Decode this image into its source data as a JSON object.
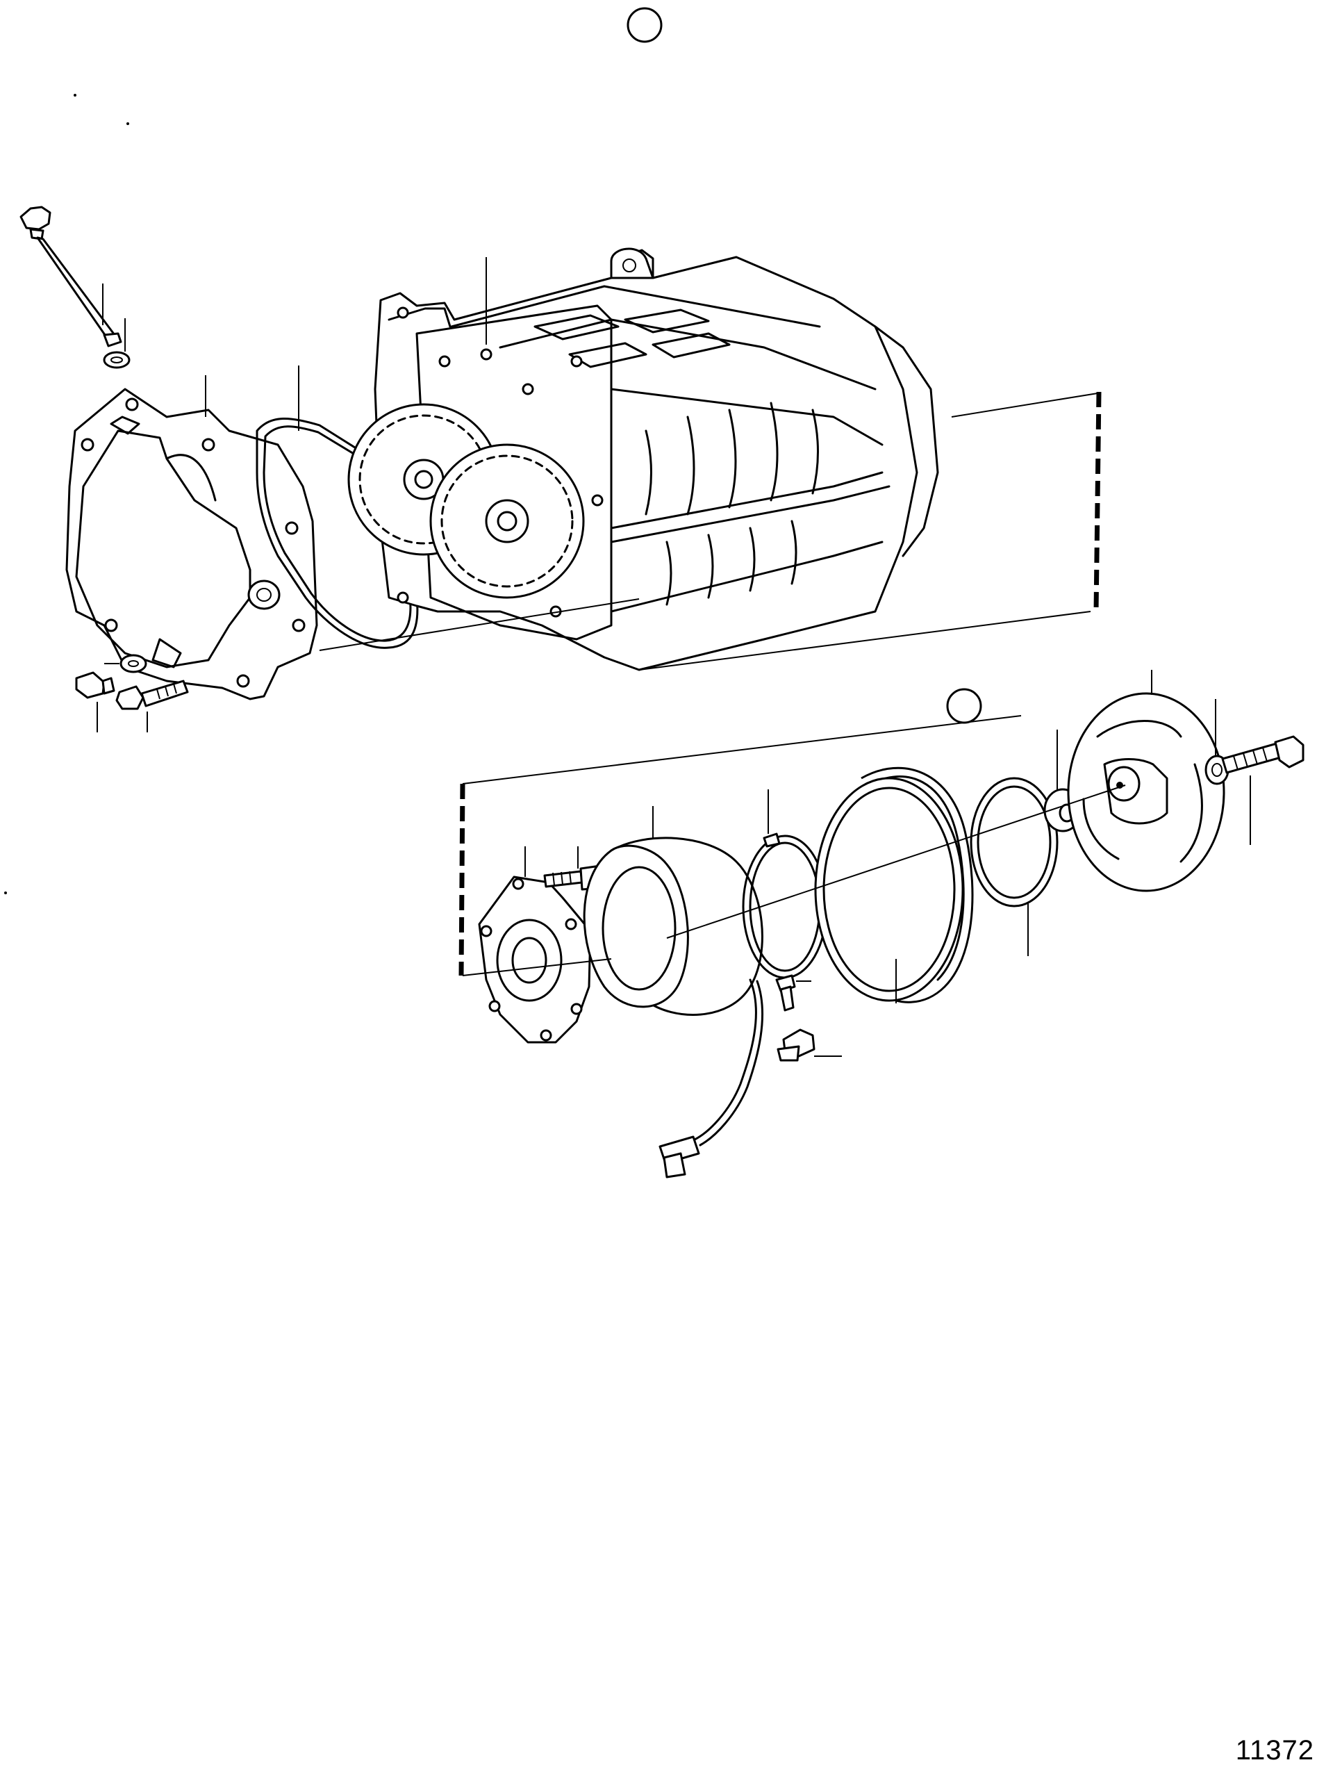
{
  "figure": {
    "number": "11372"
  },
  "callouts": [
    {
      "id": "dipstick"
    },
    {
      "id": "dipstick-washer"
    },
    {
      "id": "end-cover"
    },
    {
      "id": "cover-gasket"
    },
    {
      "id": "blower-housing"
    },
    {
      "id": "cover-washer"
    },
    {
      "id": "cover-plug"
    },
    {
      "id": "cover-bolt"
    },
    {
      "id": "clutch-hub"
    },
    {
      "id": "hub-bolt"
    },
    {
      "id": "magnet-coil"
    },
    {
      "id": "snap-ring"
    },
    {
      "id": "pulley"
    },
    {
      "id": "retaining-ring"
    },
    {
      "id": "spacer-washer"
    },
    {
      "id": "armature-plate"
    },
    {
      "id": "plate-washer"
    },
    {
      "id": "center-bolt"
    },
    {
      "id": "clamp-screw"
    },
    {
      "id": "cable-clamp"
    }
  ]
}
